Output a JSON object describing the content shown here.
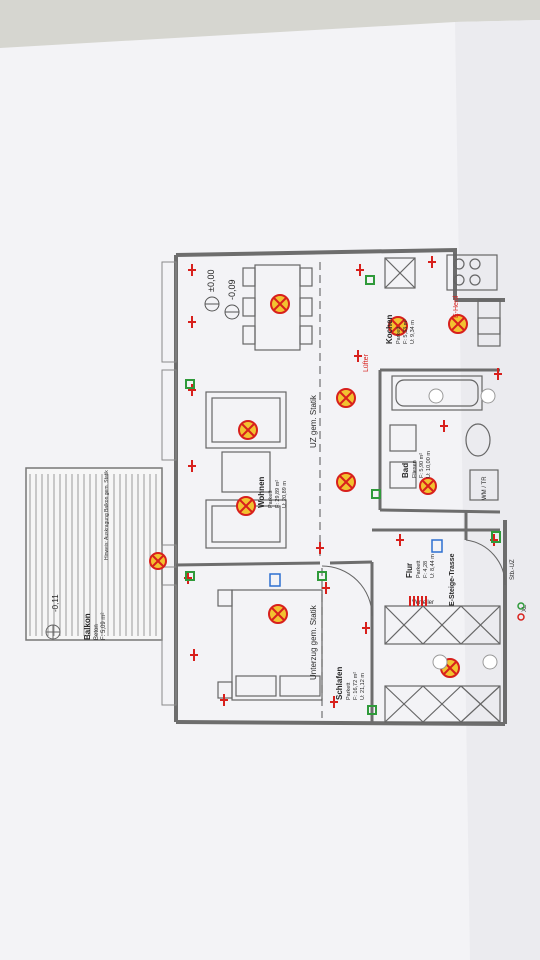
{
  "plan": {
    "rooms": {
      "wohnen": {
        "name": "Wohnen",
        "floor": "Parkett",
        "area": "F: 29,89 m²",
        "perimeter": "U: 20,89 m"
      },
      "kochen": {
        "name": "Kochen",
        "floor": "Parkett",
        "area": "F: 5,33 m²",
        "perimeter": "U: 9,34 m"
      },
      "bad": {
        "name": "Bad",
        "floor": "Fliesen",
        "area": "F: 5,90 m²",
        "perimeter": "U: 10,00 m"
      },
      "flur": {
        "name": "Flur",
        "floor": "Parkett",
        "area": "F: 4,28",
        "perimeter": "U: 8,44 m"
      },
      "schlafen": {
        "name": "Schlafen",
        "floor": "Parkett",
        "area": "F: 16,72 m²",
        "perimeter": "U: 21,12 m"
      },
      "balkon": {
        "name": "Balkon",
        "floor": "Beton",
        "area": "F: 5,09 m²"
      }
    },
    "level_zero": "±0,00",
    "level_minus": "-0,09",
    "level_balcony": "-0,11",
    "stair_note_living": "UZ gem. Statik",
    "stair_note_bedroom": "Unterzug gem. Statik",
    "luefter": "Lüfter",
    "e_herd": "E-Herd",
    "e_steigetrasse": "E-Steige-Trasse",
    "verteiler": "Verteiler",
    "wm_td": "WM / TR",
    "stb_uz": "Stb.-UZ",
    "legend_xl": "XL",
    "balcony_note": "Hinweis: Auskragung Balkon gem. Statik"
  },
  "colors": {
    "paper": "#f4f4f6",
    "wall": "#6f6f6f",
    "electric": "#d8201c",
    "lamp": "#f2c230",
    "green": "#2f9a3a",
    "blue": "#2d6fd0"
  }
}
